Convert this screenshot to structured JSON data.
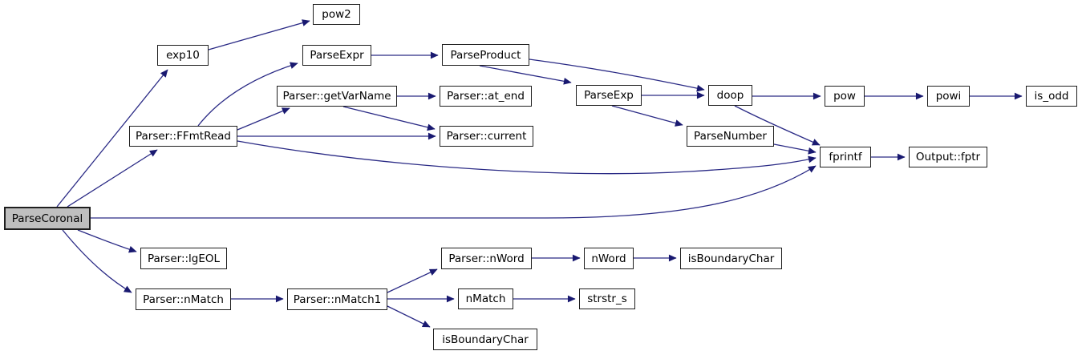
{
  "diagram": {
    "type": "call-graph",
    "root": "ParseCoronal",
    "colors": {
      "background": "#ffffff",
      "edge": "#2a2a85",
      "arrow": "#191970",
      "node_border": "#1f1f1f",
      "node_fill": "#ffffff",
      "root_fill": "#bfbfbf",
      "text": "#000000"
    },
    "nodes": [
      {
        "id": "ParseCoronal",
        "label": "ParseCoronal",
        "highlighted": true
      },
      {
        "id": "exp10",
        "label": "exp10",
        "highlighted": false
      },
      {
        "id": "pow2",
        "label": "pow2",
        "highlighted": false
      },
      {
        "id": "Parser_FFmtRead",
        "label": "Parser::FFmtRead",
        "highlighted": false
      },
      {
        "id": "ParseExpr",
        "label": "ParseExpr",
        "highlighted": false
      },
      {
        "id": "ParseProduct",
        "label": "ParseProduct",
        "highlighted": false
      },
      {
        "id": "Parser_getVarName",
        "label": "Parser::getVarName",
        "highlighted": false
      },
      {
        "id": "Parser_at_end",
        "label": "Parser::at_end",
        "highlighted": false
      },
      {
        "id": "Parser_current",
        "label": "Parser::current",
        "highlighted": false
      },
      {
        "id": "ParseExp",
        "label": "ParseExp",
        "highlighted": false
      },
      {
        "id": "doop",
        "label": "doop",
        "highlighted": false
      },
      {
        "id": "ParseNumber",
        "label": "ParseNumber",
        "highlighted": false
      },
      {
        "id": "pow",
        "label": "pow",
        "highlighted": false
      },
      {
        "id": "powi",
        "label": "powi",
        "highlighted": false
      },
      {
        "id": "is_odd",
        "label": "is_odd",
        "highlighted": false
      },
      {
        "id": "fprintf",
        "label": "fprintf",
        "highlighted": false
      },
      {
        "id": "Output_fptr",
        "label": "Output::fptr",
        "highlighted": false
      },
      {
        "id": "Parser_lgEOL",
        "label": "Parser::lgEOL",
        "highlighted": false
      },
      {
        "id": "Parser_nMatch",
        "label": "Parser::nMatch",
        "highlighted": false
      },
      {
        "id": "Parser_nMatch1",
        "label": "Parser::nMatch1",
        "highlighted": false
      },
      {
        "id": "Parser_nWord",
        "label": "Parser::nWord",
        "highlighted": false
      },
      {
        "id": "nWord_fn",
        "label": "nWord",
        "highlighted": false
      },
      {
        "id": "isBoundaryChar1",
        "label": "isBoundaryChar",
        "highlighted": false
      },
      {
        "id": "nMatch_fn",
        "label": "nMatch",
        "highlighted": false
      },
      {
        "id": "strstr_s",
        "label": "strstr_s",
        "highlighted": false
      },
      {
        "id": "isBoundaryChar2",
        "label": "isBoundaryChar",
        "highlighted": false
      }
    ],
    "edges": [
      {
        "from": "ParseCoronal",
        "to": "exp10"
      },
      {
        "from": "ParseCoronal",
        "to": "Parser_FFmtRead"
      },
      {
        "from": "ParseCoronal",
        "to": "fprintf"
      },
      {
        "from": "ParseCoronal",
        "to": "Parser_lgEOL"
      },
      {
        "from": "ParseCoronal",
        "to": "Parser_nMatch"
      },
      {
        "from": "exp10",
        "to": "pow2"
      },
      {
        "from": "Parser_FFmtRead",
        "to": "ParseExpr"
      },
      {
        "from": "Parser_FFmtRead",
        "to": "Parser_getVarName"
      },
      {
        "from": "Parser_FFmtRead",
        "to": "Parser_current"
      },
      {
        "from": "Parser_FFmtRead",
        "to": "fprintf"
      },
      {
        "from": "ParseExpr",
        "to": "ParseProduct"
      },
      {
        "from": "ParseProduct",
        "to": "ParseExp"
      },
      {
        "from": "ParseProduct",
        "to": "doop"
      },
      {
        "from": "ParseExp",
        "to": "doop"
      },
      {
        "from": "ParseExp",
        "to": "ParseNumber"
      },
      {
        "from": "ParseNumber",
        "to": "fprintf"
      },
      {
        "from": "doop",
        "to": "pow"
      },
      {
        "from": "doop",
        "to": "fprintf"
      },
      {
        "from": "pow",
        "to": "powi"
      },
      {
        "from": "powi",
        "to": "is_odd"
      },
      {
        "from": "fprintf",
        "to": "Output_fptr"
      },
      {
        "from": "Parser_getVarName",
        "to": "Parser_at_end"
      },
      {
        "from": "Parser_getVarName",
        "to": "Parser_current"
      },
      {
        "from": "Parser_nMatch",
        "to": "Parser_nMatch1"
      },
      {
        "from": "Parser_nMatch1",
        "to": "Parser_nWord"
      },
      {
        "from": "Parser_nMatch1",
        "to": "nMatch_fn"
      },
      {
        "from": "Parser_nMatch1",
        "to": "isBoundaryChar2"
      },
      {
        "from": "Parser_nWord",
        "to": "nWord_fn"
      },
      {
        "from": "nWord_fn",
        "to": "isBoundaryChar1"
      },
      {
        "from": "nMatch_fn",
        "to": "strstr_s"
      }
    ]
  }
}
